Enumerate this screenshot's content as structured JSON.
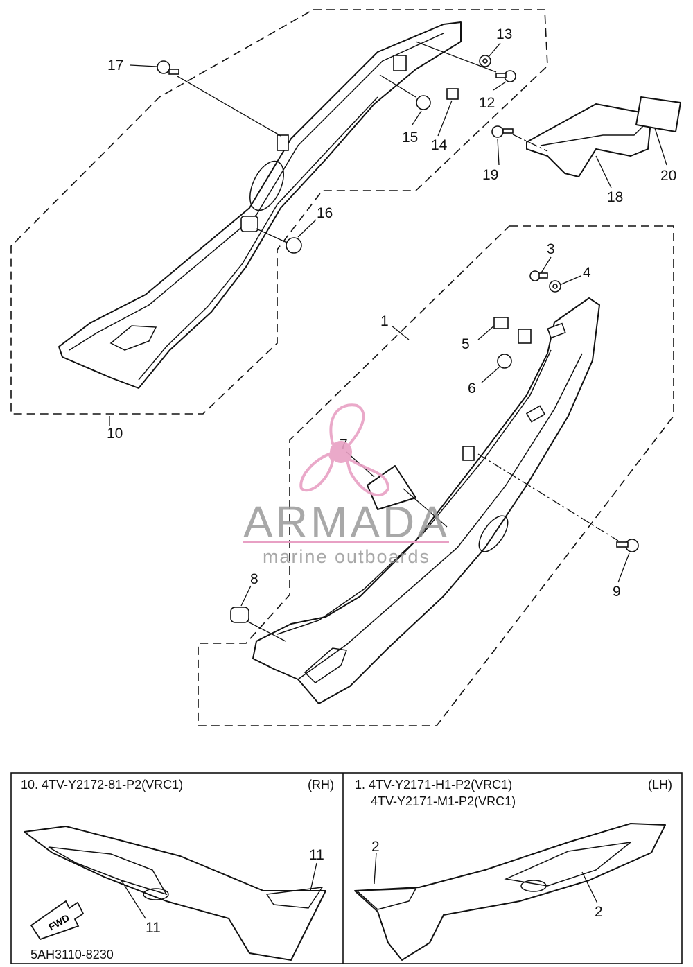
{
  "callouts": {
    "c1": "1",
    "c3": "3",
    "c4": "4",
    "c5": "5",
    "c6": "6",
    "c7": "7",
    "c8": "8",
    "c9": "9",
    "c10": "10",
    "c12": "12",
    "c13": "13",
    "c14": "14",
    "c15": "15",
    "c16": "16",
    "c17": "17",
    "c18": "18",
    "c19": "19",
    "c20": "20"
  },
  "legend": {
    "right_title": "10. 4TV-Y2172-81-P2(VRC1)",
    "right_side": "(RH)",
    "left_title_1": "1. 4TV-Y2171-H1-P2(VRC1)",
    "left_title_2": "4TV-Y2171-M1-P2(VRC1)",
    "left_side": "(LH)",
    "rh_callout_a": "11",
    "rh_callout_b": "11",
    "lh_callout_a": "2",
    "lh_callout_b": "2",
    "fwd": "FWD"
  },
  "watermark": {
    "name": "ARMADA",
    "tagline": "marine outboards",
    "color": "#e8a0c4"
  },
  "footer": {
    "code": "5AH3110-8230"
  }
}
